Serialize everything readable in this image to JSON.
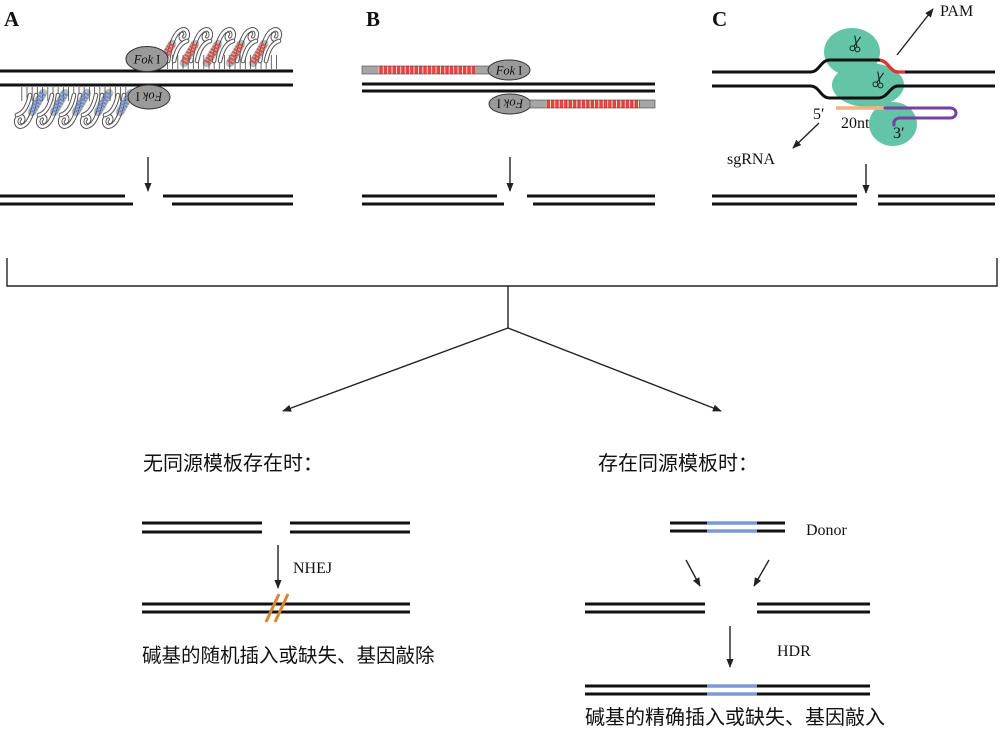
{
  "panels": {
    "a": {
      "label": "A"
    },
    "b": {
      "label": "B"
    },
    "c": {
      "label": "C",
      "pam": "PAM",
      "five_prime": "5′",
      "guide_length": "20nt",
      "three_prime": "3′",
      "sgrna": "sgRNA"
    }
  },
  "fok": {
    "italic": "Fok",
    "roman": "I"
  },
  "outcomes": {
    "without_template": {
      "condition": "无同源模板存在时：",
      "pathway": "NHEJ",
      "result": "碱基的随机插入或缺失、基因敲除"
    },
    "with_template": {
      "condition": "存在同源模板时：",
      "donor": "Donor",
      "pathway": "HDR",
      "result": "碱基的精确插入或缺失、基因敲入"
    }
  },
  "colors": {
    "zf_top": "#d9534f",
    "zf_bottom": "#6d8cc8",
    "tale_repeat": "#e5443f",
    "tale_cap": "#a6a6a6",
    "fok_nuclease": "#9a9a9a",
    "cas9": "#63c4a7",
    "pam": "#e2332c",
    "guide": "#f4b183",
    "scaffold": "#7a3fa3",
    "indel": "#d9872e",
    "donor_homology": "#7b98d8"
  }
}
